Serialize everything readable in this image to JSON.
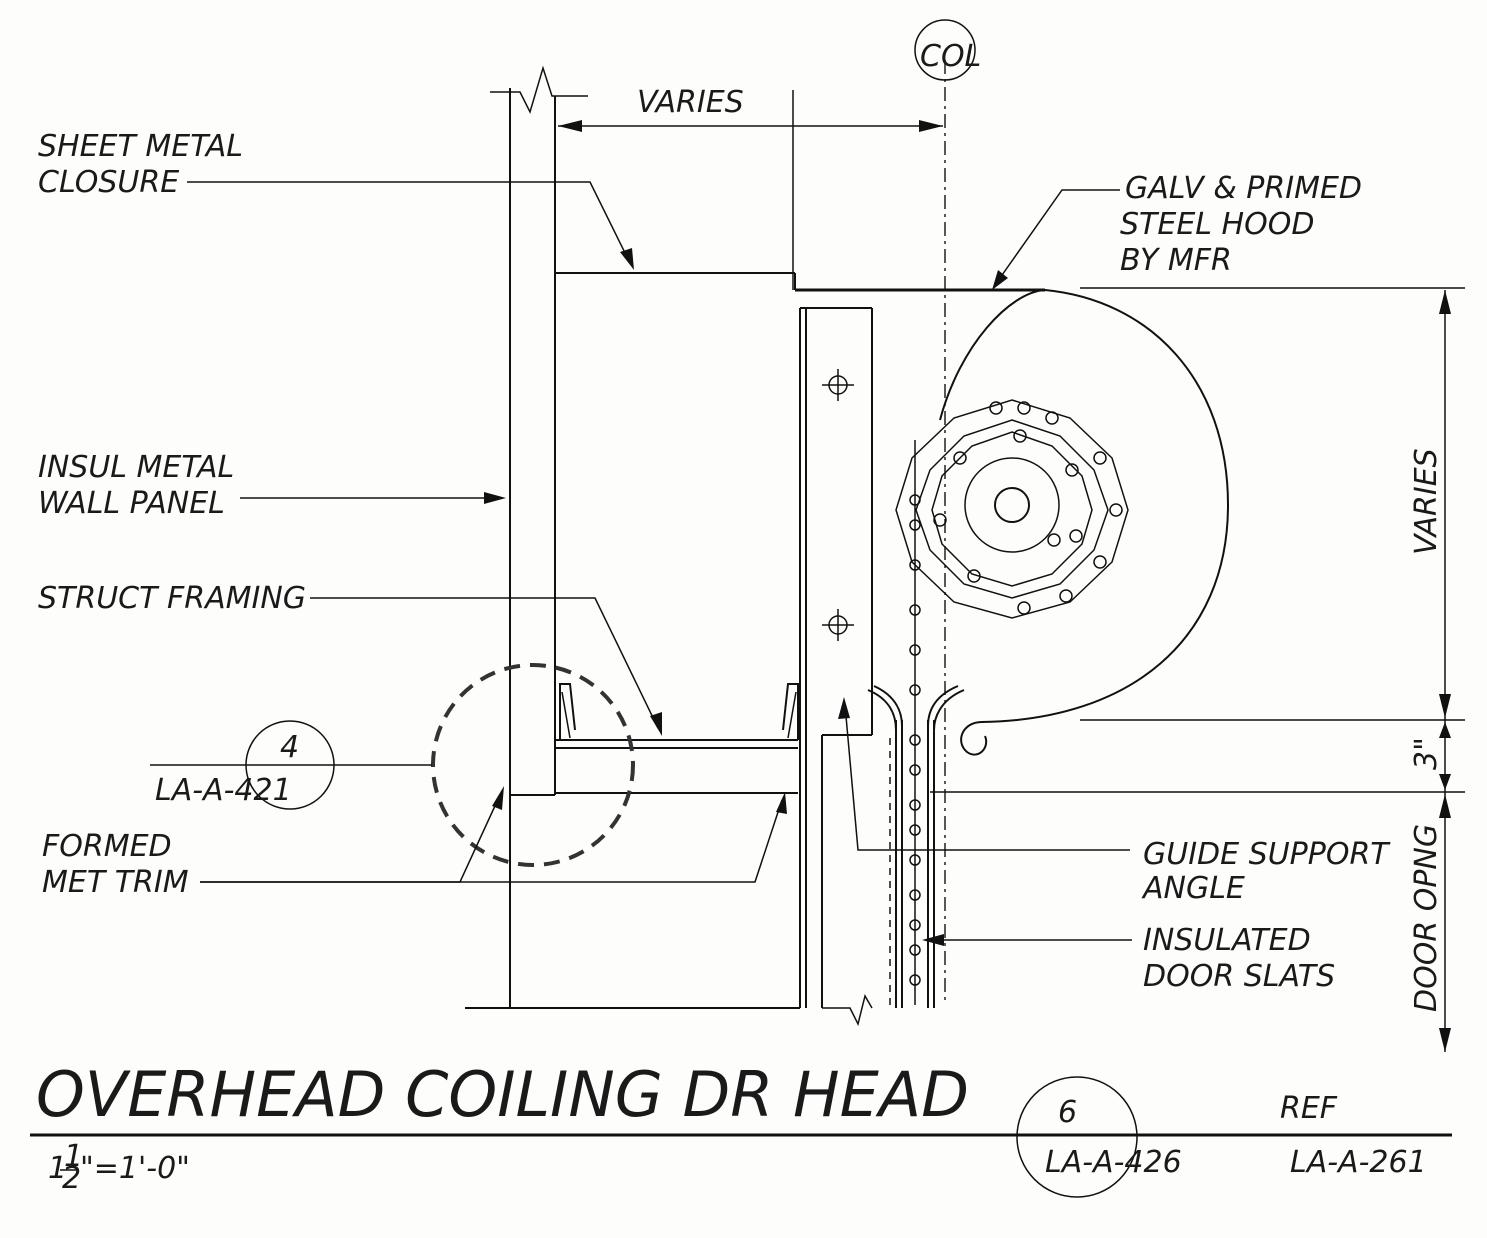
{
  "labels": {
    "col": "COL",
    "varies_top": "VARIES",
    "sheet_metal_1": "SHEET METAL",
    "sheet_metal_2": "CLOSURE",
    "galv_1": "GALV & PRIMED",
    "galv_2": "STEEL HOOD",
    "galv_3": "BY MFR",
    "insul_1": "INSUL METAL",
    "insul_2": "WALL PANEL",
    "struct": "STRUCT FRAMING",
    "varies_right": "VARIES",
    "three_in": "3\"",
    "door_opng": "DOOR OPNG",
    "formed_1": "FORMED",
    "formed_2": "MET TRIM",
    "guide_1": "GUIDE SUPPORT",
    "guide_2": "ANGLE",
    "slats_1": "INSULATED",
    "slats_2": "DOOR SLATS"
  },
  "callout_detail": {
    "number": "4",
    "sheet": "LA-A-421"
  },
  "title_block": {
    "title": "OVERHEAD COILING DR HEAD",
    "scale_whole": "1",
    "scale_num": "1",
    "scale_den": "2",
    "scale_rest": "\"=1'-0\"",
    "detail_number": "6",
    "detail_sheet": "LA-A-426",
    "ref_label": "REF",
    "ref_sheet": "LA-A-261"
  }
}
